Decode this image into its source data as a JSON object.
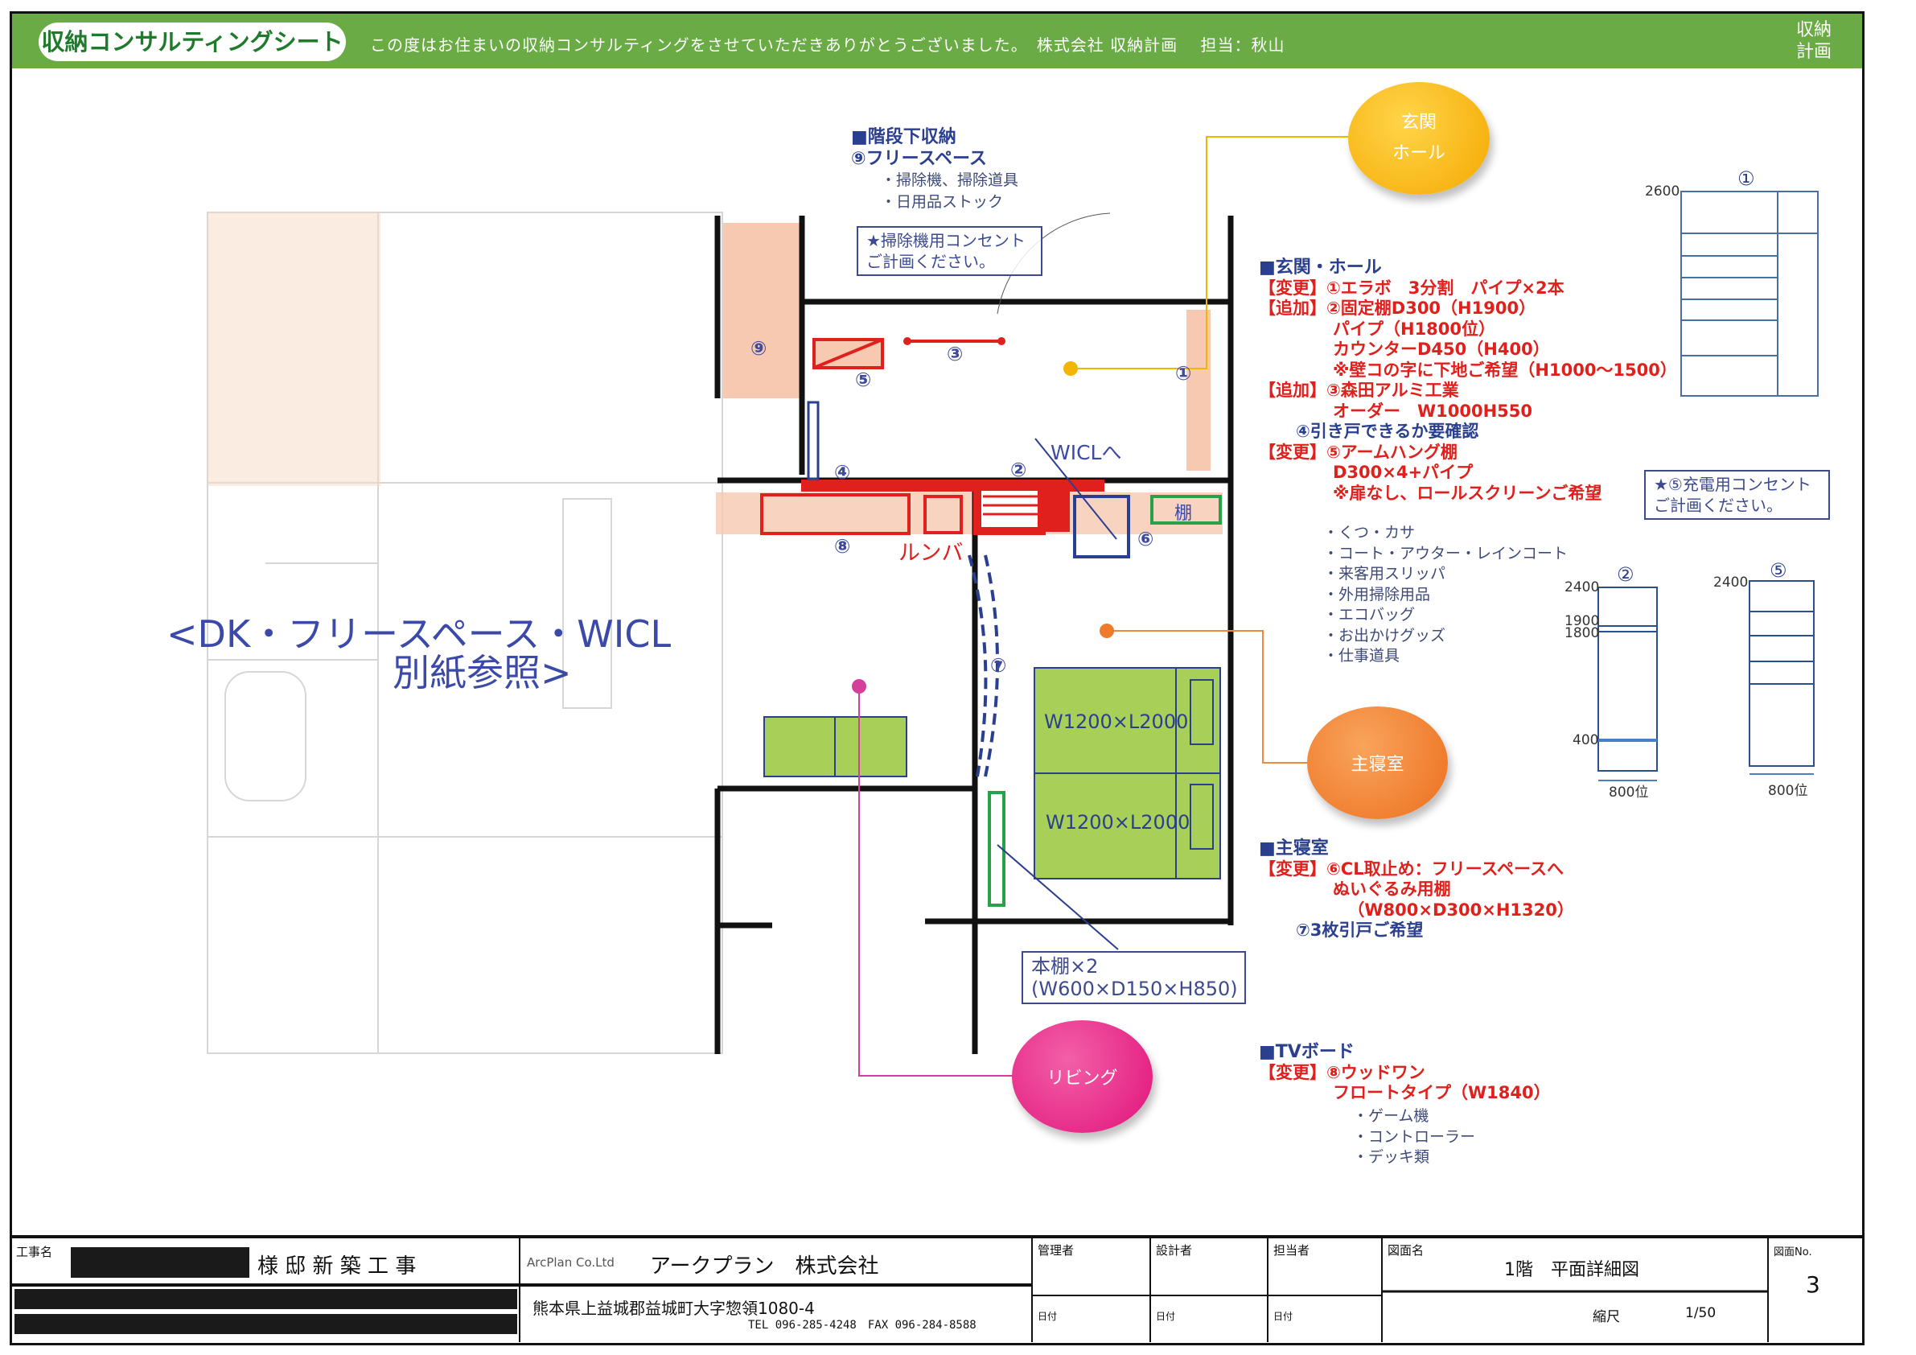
{
  "header": {
    "title": "収納コンサルティングシート",
    "message": "この度はお住まいの収納コンサルティングをさせていただきありがとうございました。　株式会社 収納計画　 担当：秋山",
    "logo": "収納計画"
  },
  "stairs": {
    "heading": "■階段下収納",
    "item": "⑨フリースペース",
    "list": [
      "・掃除機、掃除道具",
      "・日用品ストック"
    ],
    "note": [
      "★掃除機用コンセント",
      "ご計画ください。"
    ]
  },
  "entrance": {
    "heading": "■玄関・ホール",
    "lines": [
      {
        "tag": "【変更】",
        "text": "①エラボ　3分割　パイプ×2本",
        "color": "red"
      },
      {
        "tag": "【追加】",
        "text": "②固定棚D300（H1900）",
        "color": "red"
      },
      {
        "tag": "",
        "text": "パイプ（H1800位）",
        "color": "red",
        "indent": 2
      },
      {
        "tag": "",
        "text": "カウンターD450（H400）",
        "color": "red",
        "indent": 2
      },
      {
        "tag": "",
        "text": "※壁コの字に下地ご希望（H1000～1500）",
        "color": "red",
        "indent": 2
      },
      {
        "tag": "【追加】",
        "text": "③森田アルミ工業",
        "color": "red"
      },
      {
        "tag": "",
        "text": "オーダー　W1000H550",
        "color": "red",
        "indent": 2
      },
      {
        "tag": "",
        "text": "④引き戸できるか要確認",
        "color": "blue",
        "indent": 1
      },
      {
        "tag": "【変更】",
        "text": "⑤アームハング棚",
        "color": "red"
      },
      {
        "tag": "",
        "text": "D300×4+パイプ",
        "color": "red",
        "indent": 2
      },
      {
        "tag": "",
        "text": "※扉なし、ロールスクリーンご希望",
        "color": "red",
        "indent": 2
      }
    ],
    "list": [
      "・くつ・カサ",
      "・コート・アウター・レインコート",
      "・来客用スリッパ",
      "・外用掃除用品",
      "・エコバッグ",
      "・お出かけグッズ",
      "・仕事道具"
    ],
    "note": [
      "★⑤充電用コンセント",
      "ご計画ください。"
    ]
  },
  "bedroom": {
    "heading": "■主寝室",
    "lines": [
      {
        "tag": "【変更】",
        "text": "⑥CL取止め：フリースペースへ",
        "color": "red"
      },
      {
        "tag": "",
        "text": "ぬいぐるみ用棚",
        "color": "red",
        "indent": 2
      },
      {
        "tag": "",
        "text": "（W800×D300×H1320）",
        "color": "red",
        "indent": 2.4
      },
      {
        "tag": "",
        "text": "⑦3枚引戸ご希望",
        "color": "blue",
        "indent": 1
      }
    ]
  },
  "tv": {
    "heading": "■TVボード",
    "lines": [
      {
        "tag": "【変更】",
        "text": "⑧ウッドワン",
        "color": "red"
      },
      {
        "tag": "",
        "text": "フロートタイプ（W1840）",
        "color": "red",
        "indent": 2
      }
    ],
    "list": [
      "・ゲーム機",
      "・コントローラー",
      "・デッキ類"
    ]
  },
  "bubbles": {
    "entrance": "玄関\nホール",
    "bedroom": "主寝室",
    "living": "リビング"
  },
  "plan": {
    "ref": "<DK・フリースペース・WICL",
    "ref2": "別紙参照>",
    "roomba": "ルンバ",
    "wicl": "WICLへ",
    "shelf": "棚",
    "bed1": "W1200×L2000",
    "bed2": "W1200×L2000",
    "bookshelf": [
      "本棚×2",
      "(W600×D150×H850)"
    ],
    "nums": [
      "①",
      "②",
      "③",
      "④",
      "⑤",
      "⑥",
      "⑦",
      "⑧",
      "⑨"
    ]
  },
  "elevations": {
    "e1": {
      "label": "①",
      "height": "2600"
    },
    "e2": {
      "label": "②",
      "h1": "2400",
      "h2": "1900",
      "h3": "1800",
      "h4": "400",
      "width": "800位"
    },
    "e5": {
      "label": "⑤",
      "h1": "2400",
      "width": "800位"
    }
  },
  "titleblock": {
    "project_label": "工事名",
    "project": "様 邸 新 築 工 事",
    "company_logo": "ArcPlan Co.Ltd",
    "company": "アークプラン　株式会社",
    "address": "熊本県上益城郡益城町大字惣領1080-4",
    "tel": "TEL 096-285-4248　FAX 096-284-8588",
    "manager": "管理者",
    "designer": "設計者",
    "staff": "担当者",
    "date": "日付",
    "drawing_label": "図面名",
    "drawing": "1階　平面詳細図",
    "scale_label": "縮尺",
    "scale": "1/50",
    "no_label": "図面No.",
    "no": "3"
  },
  "colors": {
    "header": "#6aab45",
    "red": "#e0201c",
    "blue": "#2b3f8f",
    "bed": "#a8cf57"
  }
}
